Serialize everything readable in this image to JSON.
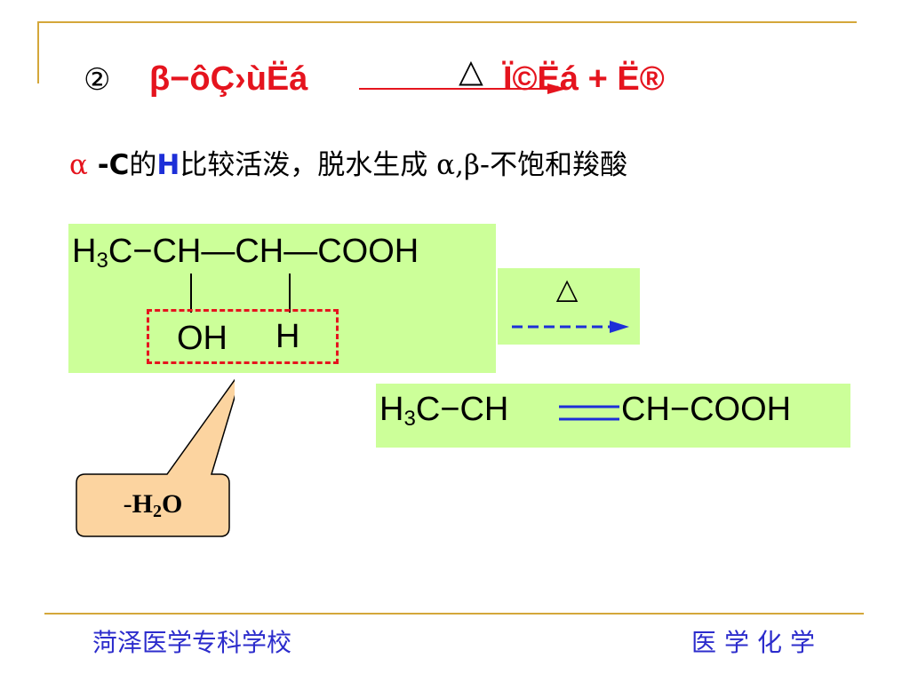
{
  "heading": {
    "number": "②",
    "reactant": "β−ôÇ›ùËá",
    "heat_symbol": "△",
    "product": "Ï©Ëá + Ë®"
  },
  "description": {
    "alpha": "α",
    "c_part": " -C",
    "de": "的",
    "h": "H",
    "rest": "比较活泼，脱水生成 ",
    "greek": "α,β",
    "tail": "-不饱和羧酸"
  },
  "reactant_structure": {
    "h": "H",
    "sub3": "3",
    "chain_rest": "C−CH—CH—COOH",
    "oh": "OH",
    "h_sub": "H"
  },
  "condition": {
    "heat_symbol": "△"
  },
  "product_structure": {
    "h": "H",
    "sub3": "3",
    "left_rest": "C−CH",
    "right": "CH−COOH"
  },
  "callout": {
    "dash": "-",
    "h": "H",
    "sub2": "2",
    "o": "O"
  },
  "footer": {
    "left": "菏泽医学专科学校",
    "right": "医学化学"
  },
  "colors": {
    "accent_red": "#e5141e",
    "box_green": "#ccff99",
    "callout_fill": "#fcd4a0",
    "footer_blue": "#2c2ccc",
    "arrow_blue": "#1d2fd8",
    "frame_gold": "#d4a73a"
  }
}
